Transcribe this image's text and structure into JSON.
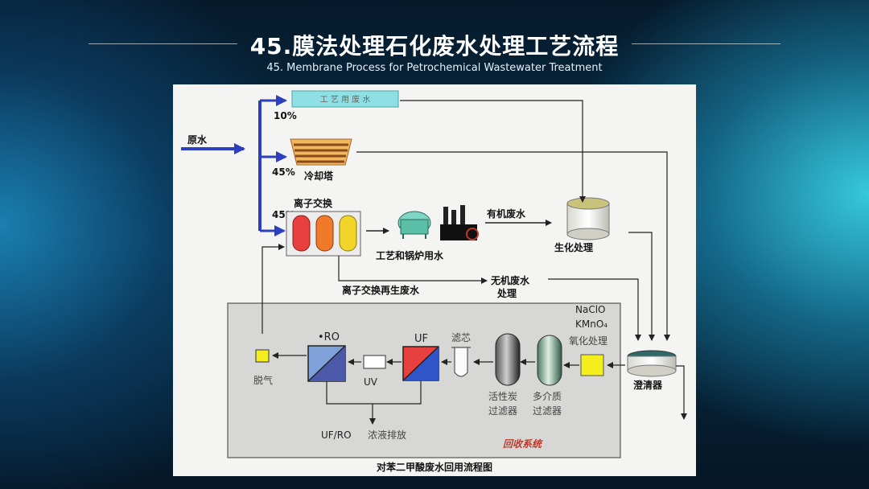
{
  "header": {
    "title": "45.膜法处理石化废水处理工艺流程",
    "subtitle": "45. Membrane Process for Petrochemical Wastewater Treatment"
  },
  "diagram": {
    "raw_water": "原水",
    "top_box": "工 艺 用 废 水",
    "pct_top": "10%",
    "pct_mid": "45%",
    "pct_low": "45%",
    "cooling_tower": "冷却塔",
    "ion_exchange": "离子交换",
    "process_boiler": "工艺和锅炉用水",
    "organic_wastewater": "有机废水",
    "biochemical": "生化处理",
    "regen_wastewater": "离子交换再生废水",
    "inorganic_wastewater_l1": "无机废水",
    "inorganic_wastewater_l2": "处理",
    "naclo": "NaClO",
    "kmno4": "KMnO₄",
    "oxidation": "氧化处理",
    "clarifier": "澄清器",
    "ro": "•RO",
    "uf": "UF",
    "uv": "UV",
    "filter_core": "滤芯",
    "activated_carbon_l1": "活性炭",
    "activated_carbon_l2": "过滤器",
    "multimedia_l1": "多介质",
    "multimedia_l2": "过滤器",
    "degas": "脱气",
    "uf_ro": "UF/RO",
    "concentrate": "浓液排放",
    "recovery_system": "回收系统",
    "caption": "对苯二甲酸废水回用流程图"
  },
  "colors": {
    "accent_blue": "#2b3fbf",
    "teal_box": "#8fe0e4",
    "ion_red": "#e8403f",
    "ion_orange": "#f07a2a",
    "ion_yellow": "#f2d52a",
    "oxidation_yellow": "#f4ee1e",
    "recovery_red": "#c0392b"
  }
}
